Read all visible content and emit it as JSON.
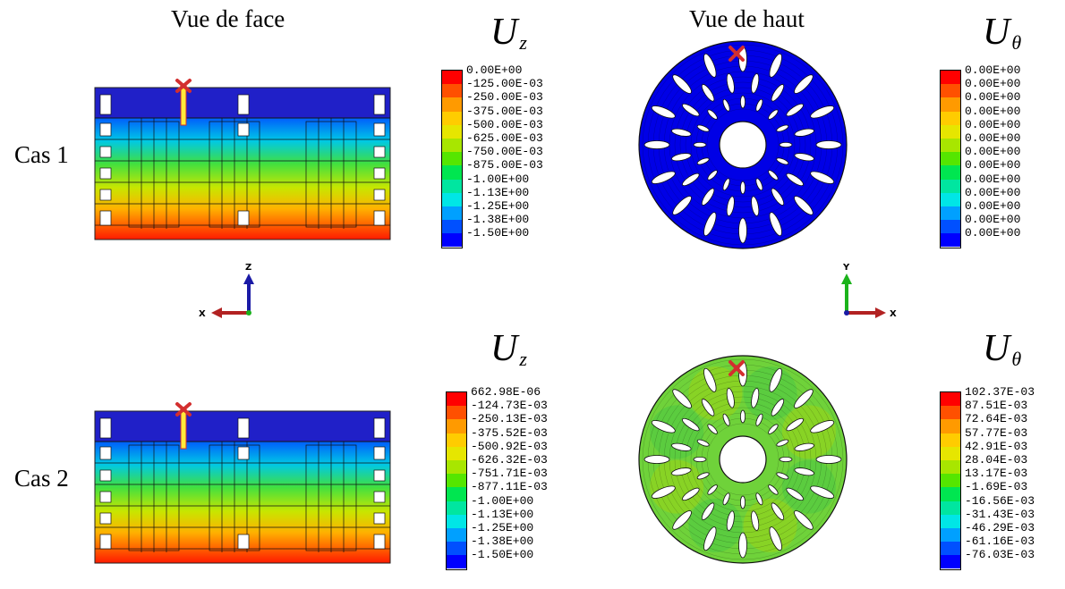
{
  "headings": {
    "front_view": "Vue de face",
    "top_view": "Vue de haut"
  },
  "rows": [
    {
      "label": "Cas 1"
    },
    {
      "label": "Cas 2"
    }
  ],
  "symbols": {
    "uz_case1": {
      "main": "U",
      "sub": "z"
    },
    "ut_case1": {
      "main": "U",
      "sub": "θ"
    },
    "uz_case2": {
      "main": "U",
      "sub": "z"
    },
    "ut_case2": {
      "main": "U",
      "sub": "θ"
    }
  },
  "axes": {
    "front": {
      "vertical": "Z",
      "horizontal": "X"
    },
    "top": {
      "vertical": "Y",
      "horizontal": "X"
    }
  },
  "legend_colors": [
    "#ff0000",
    "#ff5000",
    "#ff9a00",
    "#ffcc00",
    "#e6e600",
    "#a8e600",
    "#55e600",
    "#00e650",
    "#00e6a0",
    "#00e6e6",
    "#00a0ff",
    "#0050ff",
    "#0000ff"
  ],
  "legends": {
    "uz_case1": [
      "0.00E+00",
      "-125.00E-03",
      "-250.00E-03",
      "-375.00E-03",
      "-500.00E-03",
      "-625.00E-03",
      "-750.00E-03",
      "-875.00E-03",
      "-1.00E+00",
      "-1.13E+00",
      "-1.25E+00",
      "-1.38E+00",
      "-1.50E+00"
    ],
    "ut_case1": [
      "0.00E+00",
      "0.00E+00",
      "0.00E+00",
      "0.00E+00",
      "0.00E+00",
      "0.00E+00",
      "0.00E+00",
      "0.00E+00",
      "0.00E+00",
      "0.00E+00",
      "0.00E+00",
      "0.00E+00",
      "0.00E+00"
    ],
    "uz_case2": [
      "662.98E-06",
      "-124.73E-03",
      "-250.13E-03",
      "-375.52E-03",
      "-500.92E-03",
      "-626.32E-03",
      "-751.71E-03",
      "-877.11E-03",
      "-1.00E+00",
      "-1.13E+00",
      "-1.25E+00",
      "-1.38E+00",
      "-1.50E+00"
    ],
    "ut_case2": [
      "102.37E-03",
      "87.51E-03",
      "72.64E-03",
      "57.77E-03",
      "42.91E-03",
      "28.04E-03",
      "13.17E-03",
      "-1.69E-03",
      "-16.56E-03",
      "-31.43E-03",
      "-46.29E-03",
      "-61.16E-03",
      "-76.03E-03"
    ]
  },
  "colors": {
    "marker": "#d32f2f",
    "highlight": "#ffeb3b",
    "disc_case1": "#0000e6",
    "disc_case2": "#6fd23a",
    "axis_z": "#1a1aa6",
    "axis_x": "#b22222",
    "axis_y": "#1bb31b"
  }
}
